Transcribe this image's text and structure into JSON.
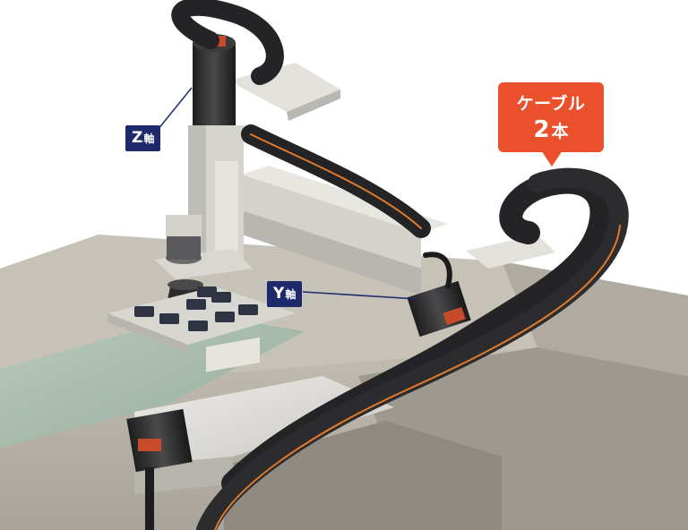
{
  "labels": {
    "z_axis": {
      "letter": "Z",
      "kanji": "軸"
    },
    "y_axis": {
      "letter": "Y",
      "kanji": "軸"
    }
  },
  "callout": {
    "line1": "ケーブル",
    "count": "2",
    "unit": "本"
  },
  "colors": {
    "label_bg": "#1c2a6b",
    "callout_bg": "#e9502b",
    "cable_stripe": "#e07a2c",
    "frame": "#d9d6cf",
    "base": "#bdb8ae",
    "chain": "#2a2a2c"
  }
}
